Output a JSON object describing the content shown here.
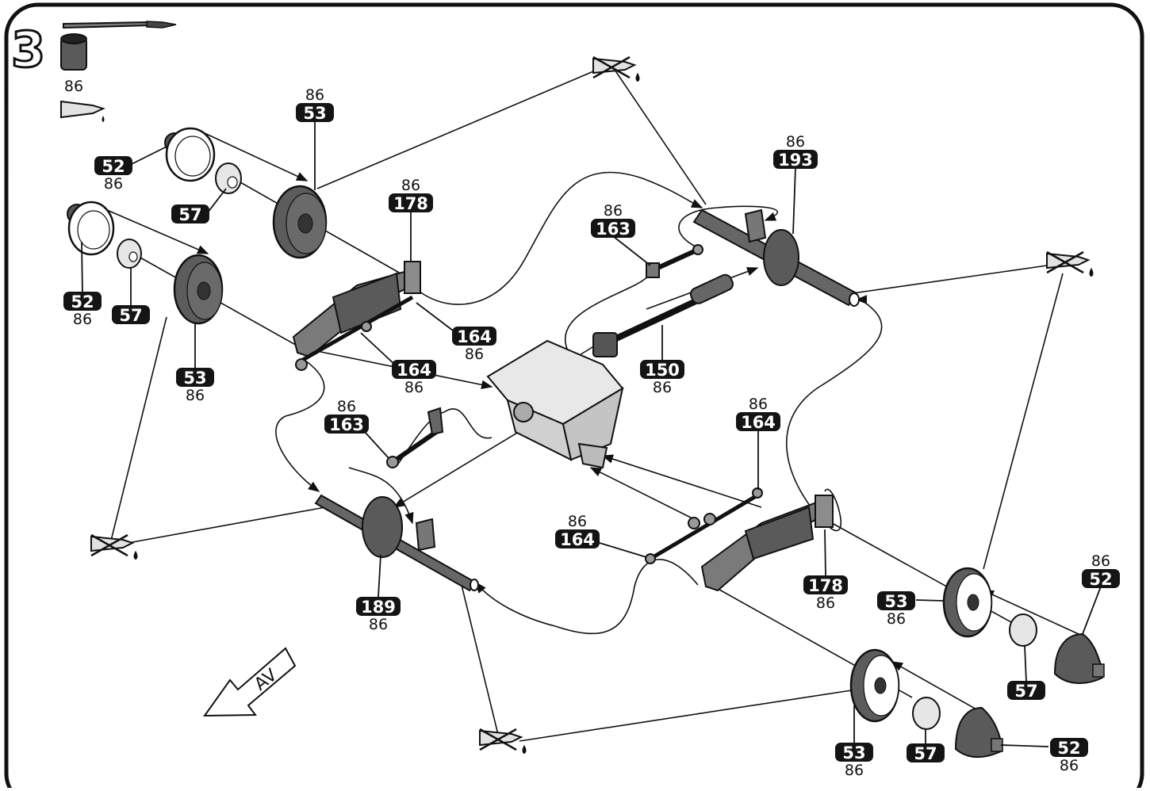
{
  "step": {
    "number": "3"
  },
  "legend": {
    "paint_code": "86"
  },
  "colors": {
    "part_dark": "#5a5a5a",
    "part_mid": "#8c8c8c",
    "part_light": "#d0d0d0",
    "badge": "#141414",
    "line": "#111111"
  },
  "icons": [
    "paintbrush-icon",
    "paint-pot-icon",
    "glue-tube-icon",
    "no-glue-icon",
    "front-direction-arrow-icon"
  ],
  "direction_arrow": {
    "label": "AV"
  },
  "callouts": [
    {
      "name": "part-53-top",
      "part": "53",
      "paint": "86",
      "paint_pos": "above"
    },
    {
      "name": "part-52-top-upper",
      "part": "52",
      "paint": "86",
      "paint_pos": "below"
    },
    {
      "name": "part-57-top-upper",
      "part": "57",
      "paint": "",
      "paint_pos": "none"
    },
    {
      "name": "part-52-top-lower",
      "part": "52",
      "paint": "86",
      "paint_pos": "below"
    },
    {
      "name": "part-57-top-lower",
      "part": "57",
      "paint": "",
      "paint_pos": "none"
    },
    {
      "name": "part-53-left",
      "part": "53",
      "paint": "86",
      "paint_pos": "below"
    },
    {
      "name": "part-178-top",
      "part": "178",
      "paint": "86",
      "paint_pos": "above"
    },
    {
      "name": "part-163-upper",
      "part": "163",
      "paint": "86",
      "paint_pos": "above"
    },
    {
      "name": "part-193",
      "part": "193",
      "paint": "86",
      "paint_pos": "above"
    },
    {
      "name": "part-164-right",
      "part": "164",
      "paint": "86",
      "paint_pos": "below"
    },
    {
      "name": "part-164-mid",
      "part": "164",
      "paint": "86",
      "paint_pos": "below"
    },
    {
      "name": "part-150",
      "part": "150",
      "paint": "86",
      "paint_pos": "below"
    },
    {
      "name": "part-163-lower",
      "part": "163",
      "paint": "86",
      "paint_pos": "above"
    },
    {
      "name": "part-164-lower-right",
      "part": "164",
      "paint": "86",
      "paint_pos": "above"
    },
    {
      "name": "part-164-lower-left",
      "part": "164",
      "paint": "86",
      "paint_pos": "above"
    },
    {
      "name": "part-189",
      "part": "189",
      "paint": "86",
      "paint_pos": "below"
    },
    {
      "name": "part-178-bottom",
      "part": "178",
      "paint": "86",
      "paint_pos": "below"
    },
    {
      "name": "part-53-bottom-right",
      "part": "53",
      "paint": "86",
      "paint_pos": "below"
    },
    {
      "name": "part-52-right",
      "part": "52",
      "paint": "86",
      "paint_pos": "above"
    },
    {
      "name": "part-57-right",
      "part": "57",
      "paint": "",
      "paint_pos": "none"
    },
    {
      "name": "part-53-bottom",
      "part": "53",
      "paint": "86",
      "paint_pos": "below"
    },
    {
      "name": "part-57-bottom",
      "part": "57",
      "paint": "",
      "paint_pos": "none"
    },
    {
      "name": "part-52-bottom",
      "part": "52",
      "paint": "86",
      "paint_pos": "below"
    }
  ]
}
